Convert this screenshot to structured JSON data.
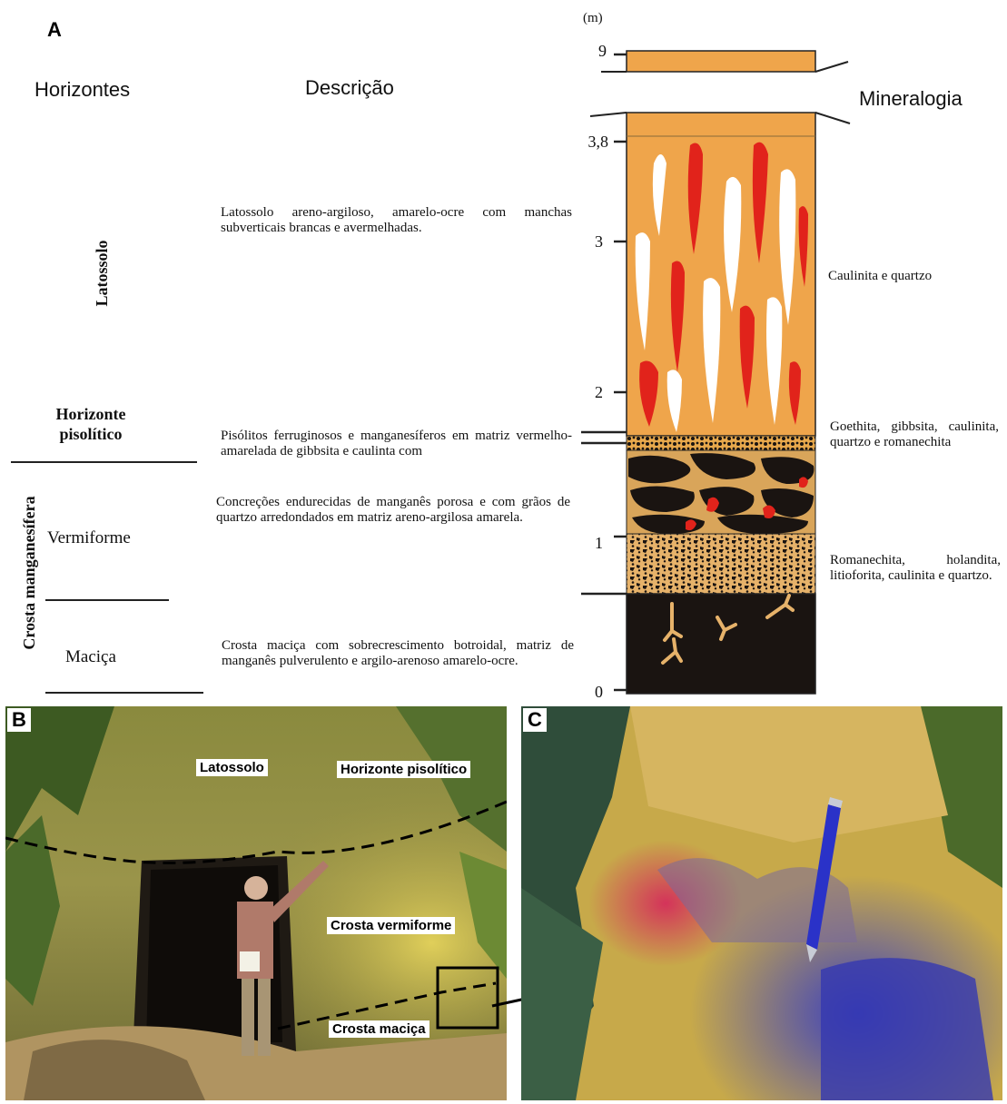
{
  "panel_a": {
    "letter": "A",
    "headers": {
      "horizontes": "Horizontes",
      "descricao": "Descrição",
      "mineralogia": "Mineralogia"
    },
    "unit": "(m)",
    "depth_ticks": [
      "9",
      "3,8",
      "3",
      "2",
      "1",
      "0"
    ],
    "horizons": {
      "latossolo": "Latossolo",
      "pisolitico": "Horizonte pisolítico",
      "crosta": "Crosta manganesífera",
      "vermiforme": "Vermiforme",
      "macica": "Maciça"
    },
    "descriptions": {
      "latossolo": "Latossolo areno-argiloso, amarelo-ocre com manchas subverticais brancas e avermelhadas.",
      "pisolitico": "Pisólitos ferruginosos e manganesíferos em matriz vermelho-amarelada de gibbsita e caulinta com",
      "vermiforme": "Concreções endurecidas de manganês porosa e com grãos de quartzo arredondados em matriz areno-argilosa amarela.",
      "macica": "Crosta maciça com sobrecrescimento botroidal, matriz de manganês pulverulento e argilo-arenoso amarelo-ocre."
    },
    "mineralogy": {
      "latossolo": "Caulinita e quartzo",
      "pisolitico": "Goethita, gibbsita, caulinita, quartzo e romanechita",
      "vermiforme": "Romanechita, holandita, litioforita, caulinita e quartzo."
    }
  },
  "panel_b": {
    "letter": "B",
    "labels": {
      "latossolo": "Latossolo",
      "pisolitico": "Horizonte pisolítico",
      "vermiforme": "Crosta vermiforme",
      "macica": "Crosta maciça"
    }
  },
  "panel_c": {
    "letter": "C"
  },
  "colors": {
    "ochre": "#EFA54B",
    "red": "#E1231B",
    "white": "#ffffff",
    "black": "#1a1411"
  }
}
